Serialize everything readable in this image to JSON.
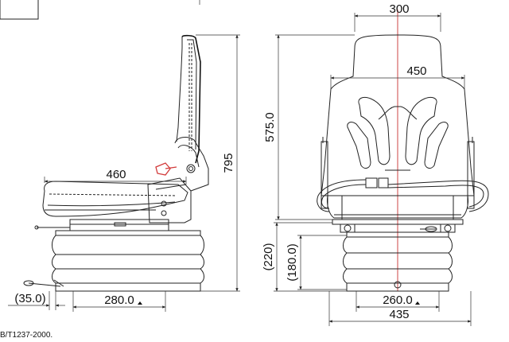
{
  "dimensions": {
    "side_top_width": "300",
    "back_width": "450",
    "seat_height_side": "575.0",
    "overall_height": "795",
    "seat_depth": "460",
    "suspension_220": "(220)",
    "suspension_180": "(180.0)",
    "left_35": "(35.0)",
    "base_280": "280.0",
    "base_260": "260.0",
    "base_435": "435"
  },
  "reference_code": "B/T1237-2000.",
  "colors": {
    "line": "#222222",
    "centerline": "#c83232",
    "lever_accent": "#d23a3a"
  }
}
